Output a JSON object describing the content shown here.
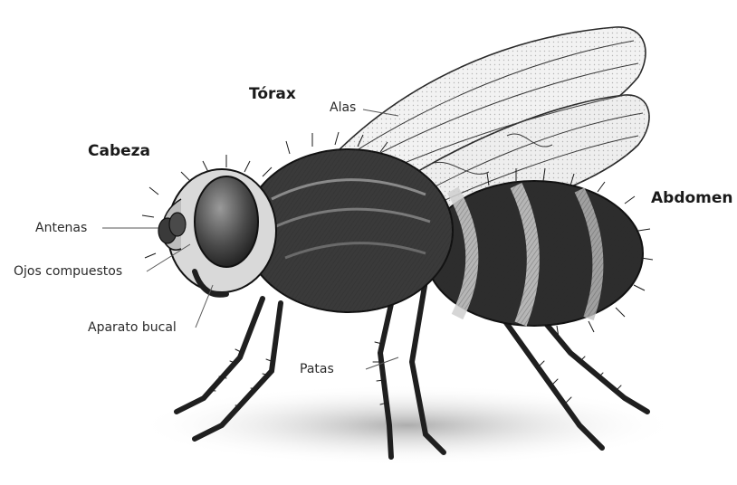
{
  "diagram": {
    "labels": {
      "head": "Cabeza",
      "thorax": "Tórax",
      "abdomen": "Abdomen",
      "wings": "Alas",
      "antennae": "Antenas",
      "compound_eyes": "Ojos compuestos",
      "mouthparts": "Aparato bucal",
      "legs": "Patas"
    },
    "colors": {
      "ink": "#1a1a1a",
      "leader": "#555555",
      "background": "#ffffff"
    },
    "icon": "housefly-illustration"
  }
}
